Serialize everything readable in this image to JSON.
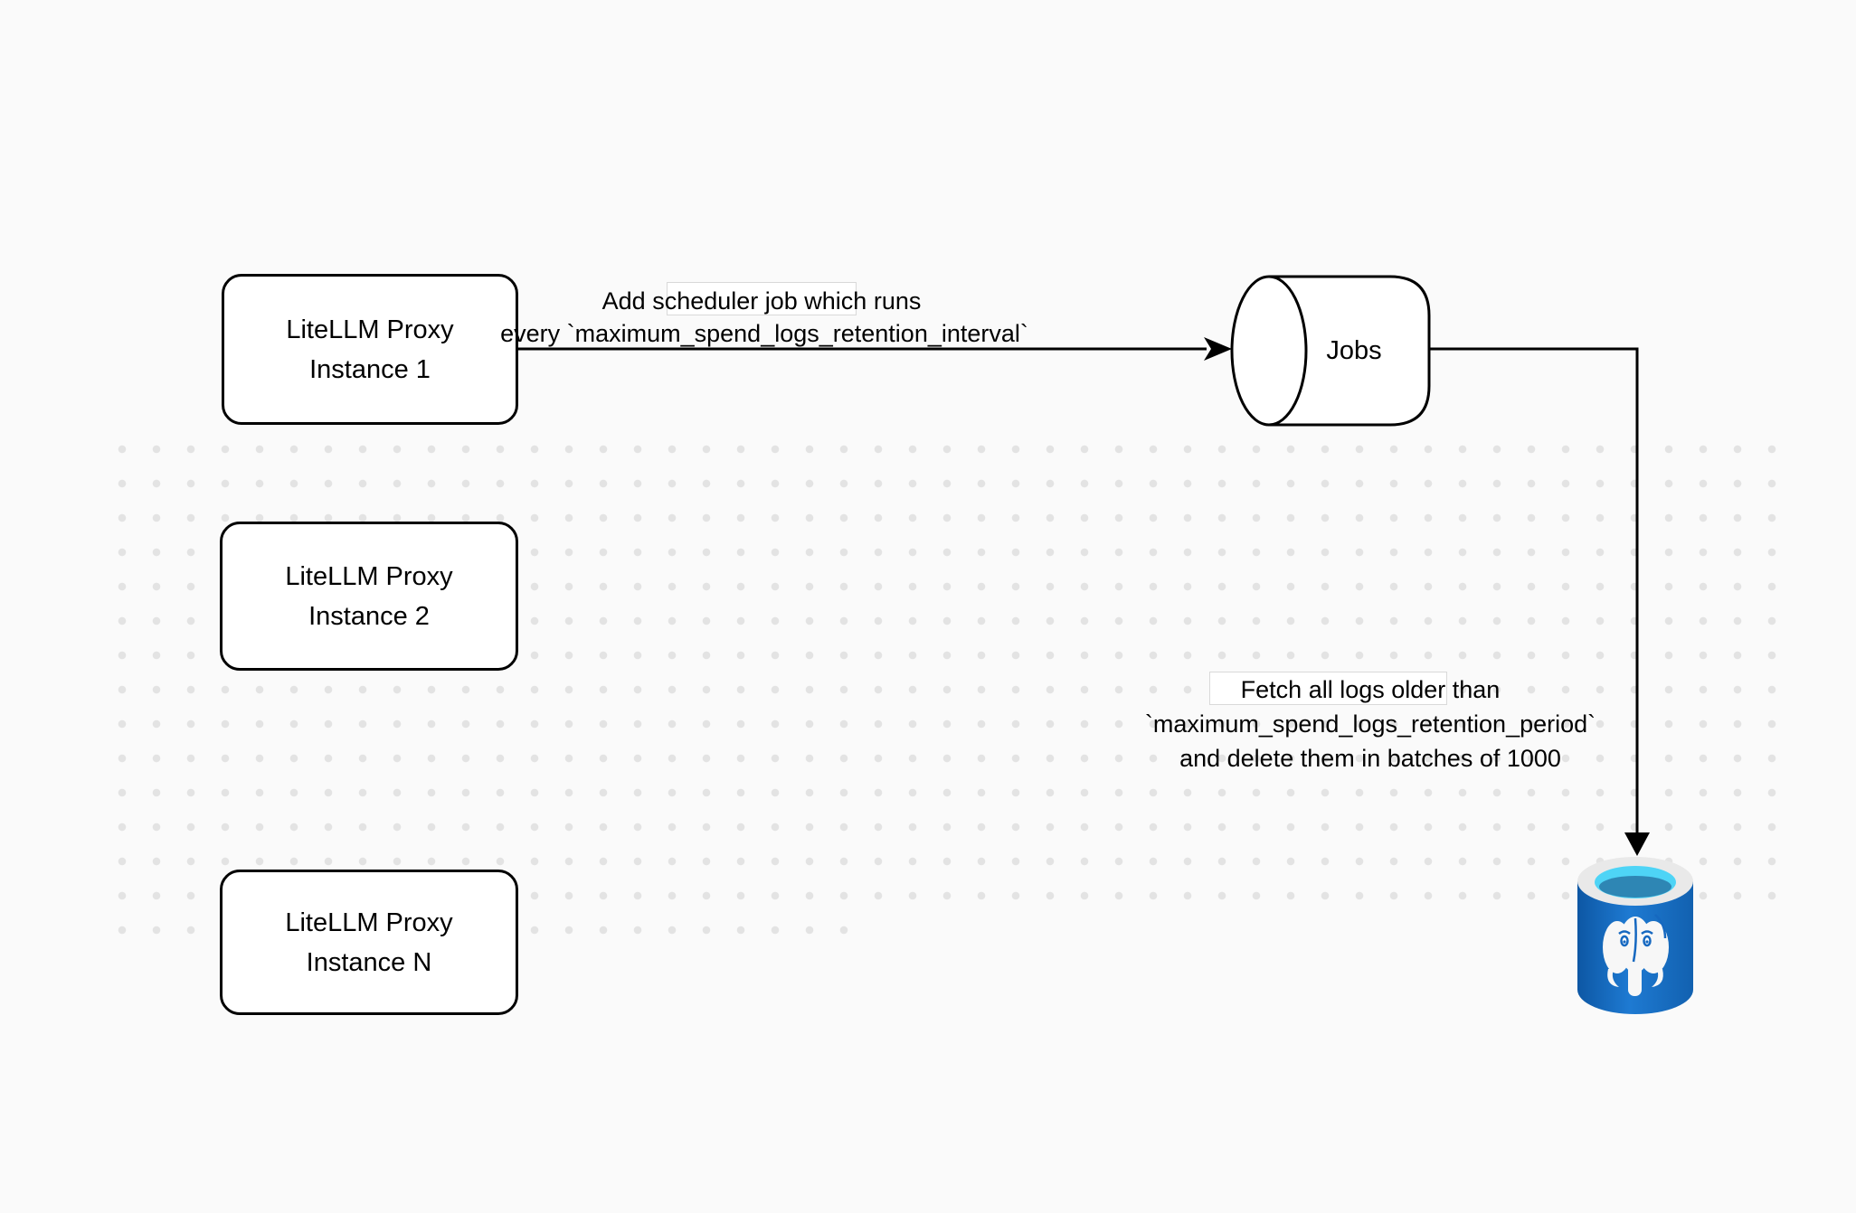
{
  "background": {
    "color": "#fafafa",
    "dot_color": "#e3e3e3"
  },
  "nodes": {
    "proxy_instance_1": {
      "label_line1": "LiteLLM Proxy",
      "label_line2": "Instance 1"
    },
    "proxy_instance_2": {
      "label_line1": "LiteLLM Proxy",
      "label_line2": "Instance 2"
    },
    "proxy_instance_n": {
      "label_line1": "LiteLLM Proxy",
      "label_line2": "Instance N"
    },
    "jobs_queue": {
      "label": "Jobs"
    },
    "postgres_database": {
      "icon": "postgresql-database-icon",
      "colors": {
        "body_blue": "#1668c0",
        "rim": "#e9e9e9",
        "inner_cyan": "#4ed4f6",
        "liquid_teal": "#2e86b4",
        "elephant_white": "#f7f7f7"
      }
    }
  },
  "edges": {
    "add_scheduler_job": {
      "label_line1": "Add scheduler job which runs",
      "label_line2": "every `maximum_spend_logs_retention_interval`"
    },
    "fetch_and_delete": {
      "label_line1": "Fetch all logs older than",
      "label_line2": "`maximum_spend_logs_retention_period`",
      "label_line3": "and delete them in batches of 1000"
    }
  }
}
